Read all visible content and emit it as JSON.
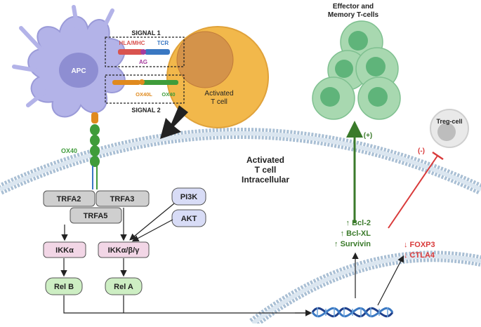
{
  "labels": {
    "signal1": "SIGNAL 1",
    "signal2": "SIGNAL 2",
    "apc": "APC",
    "hla_mhc": "HLA/MHC",
    "tcr": "TCR",
    "ag": "AG",
    "ox40l": "OX40L",
    "ox40_small": "OX40",
    "activated_line1": "Activated",
    "activated_line2": "T cell",
    "ox40_receptor": "OX40",
    "effector_line1": "Effector and",
    "effector_line2": "Memory T-cells",
    "treg": "Treg-cell",
    "plus": "(+)",
    "minus": "(-)",
    "intracellular_line1": "Activated",
    "intracellular_line2": "T cell",
    "intracellular_line3": "Intracellular"
  },
  "pathway": {
    "trfa2": "TRFA2",
    "trfa3": "TRFA3",
    "trfa5": "TRFA5",
    "pi3k": "PI3K",
    "akt": "AKT",
    "ikka": "IKKα",
    "ikkabg": "IKKα/β/γ",
    "relb": "Rel B",
    "rela": "Rel A"
  },
  "genes_up": [
    "↑ Bcl-2",
    "↑ Bcl-XL",
    "↑ Survivin"
  ],
  "genes_down": [
    "↓ FOXP3",
    "↓ CTLA4"
  ],
  "colors": {
    "apc": "#b3b3e8",
    "apc_nucleus": "#8e8ed2",
    "tcell": "#f2b84b",
    "tcell_nucleus": "#d4934a",
    "effector_cell": "#a8d8b0",
    "effector_nucleus": "#5fb47a",
    "ox40_green": "#3f9c3a",
    "membrane_blue": "#b8cde0",
    "hla_red": "#d9534f",
    "tcr_blue": "#3a78c2",
    "ag_purple": "#a63c9e",
    "ox40l_orange": "#e08a1e",
    "up_green": "#3a7a2a",
    "down_red": "#d93a3a",
    "gray_box": "#cfcfcf",
    "pink_box": "#f2d6e6",
    "green_box": "#cdeec3",
    "blue_box": "#d8dcf6"
  }
}
